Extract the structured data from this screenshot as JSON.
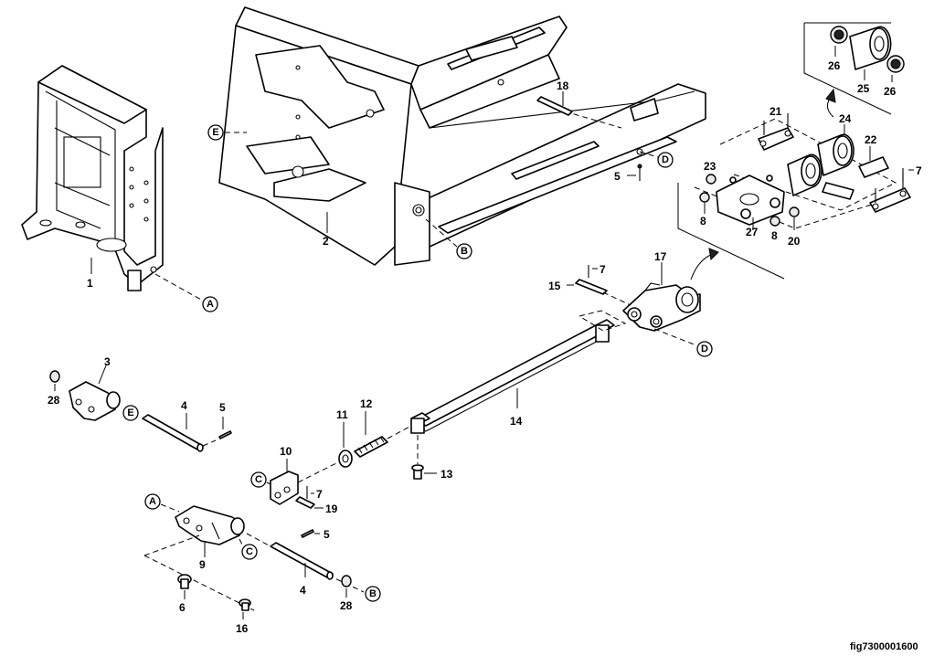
{
  "figure_id": "fig7300001600",
  "parts": {
    "p1": "1",
    "p2": "2",
    "p3": "3",
    "p4a": "4",
    "p4b": "4",
    "p5a": "5",
    "p5b": "5",
    "p5c": "5",
    "p6": "6",
    "p7a": "7",
    "p7b": "7",
    "p7c": "7",
    "p8a": "8",
    "p8b": "8",
    "p9": "9",
    "p10": "10",
    "p11": "11",
    "p12": "12",
    "p13": "13",
    "p14": "14",
    "p15": "15",
    "p16": "16",
    "p17": "17",
    "p18": "18",
    "p19": "19",
    "p20": "20",
    "p21": "21",
    "p22": "22",
    "p23": "23",
    "p24": "24",
    "p25": "25",
    "p26a": "26",
    "p26b": "26",
    "p27": "27",
    "p28a": "28",
    "p28b": "28"
  },
  "connectors": {
    "A1": "A",
    "A2": "A",
    "B1": "B",
    "B2": "B",
    "C1": "C",
    "C2": "C",
    "D1": "D",
    "D2": "D",
    "E1": "E",
    "E2": "E"
  }
}
